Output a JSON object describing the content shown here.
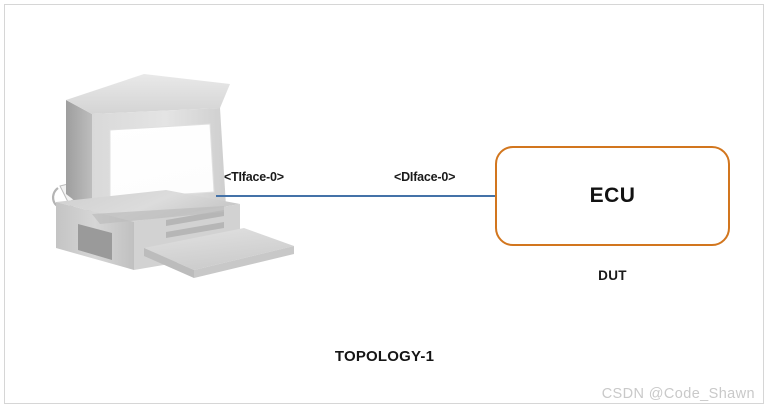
{
  "diagram": {
    "title": "TOPOLOGY-1",
    "watermark": "CSDN @Code_Shawn",
    "nodes": {
      "tester": {
        "type": "desktop-computer",
        "icon": "crt-computer-icon"
      },
      "dut": {
        "box_label": "ECU",
        "caption": "DUT"
      }
    },
    "link": {
      "source_interface": "<TIface-0>",
      "target_interface": "<DIface-0>"
    },
    "colors": {
      "link_line": "#4472a8",
      "dut_border": "#d2761e",
      "canvas": "#ffffff",
      "frame_border": "#d6d6d6",
      "watermark": "#c9c9c9"
    }
  }
}
